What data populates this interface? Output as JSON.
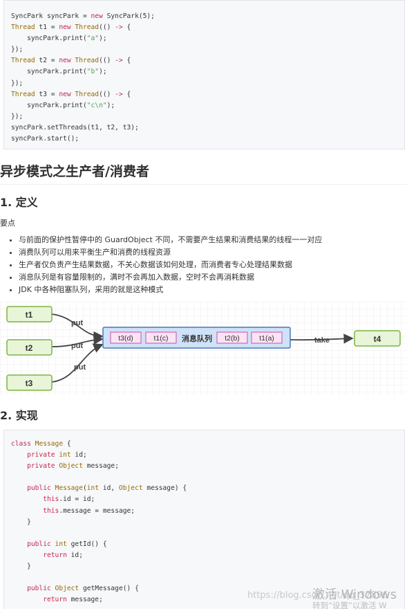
{
  "code_block_1": [
    "SyncPark syncPark = new SyncPark(5);",
    "Thread t1 = new Thread(() -> {",
    "    syncPark.print(\"a\");",
    "});",
    "Thread t2 = new Thread(() -> {",
    "    syncPark.print(\"b\");",
    "});",
    "Thread t3 = new Thread(() -> {",
    "    syncPark.print(\"c\\n\");",
    "});",
    "syncPark.setThreads(t1, t2, t3);",
    "syncPark.start();"
  ],
  "section_title": "异步模式之生产者/消费者",
  "definition_heading": "1. 定义",
  "key_points_label": "要点",
  "key_points": [
    "与前面的保护性暂停中的 GuardObject 不同，不需要产生结果和消费结果的线程一一对应",
    "消费队列可以用来平衡生产和消费的线程资源",
    "生产者仅负责产生结果数据，不关心数据该如何处理，而消费者专心处理结果数据",
    "消息队列是有容量限制的，满时不会再加入数据，空时不会再消耗数据",
    "JDK 中各种阻塞队列，采用的就是这种模式"
  ],
  "diagram": {
    "producers": [
      "t1",
      "t2",
      "t3"
    ],
    "producer_edge_label": "put",
    "queue_label": "消息队列",
    "queue_items_left": [
      "t3(d)",
      "t1(c)"
    ],
    "queue_items_right": [
      "t2(b)",
      "t1(a)"
    ],
    "consumer_edge_label": "take",
    "consumer": "t4",
    "colors": {
      "node_fill": "#e8f5d8",
      "node_border": "#7cb342",
      "queue_fill": "#cfe2f8",
      "queue_border": "#4a76b8",
      "item_fill": "#fbe3f4",
      "item_border": "#c94fa8",
      "edge": "#444444"
    }
  },
  "implementation_heading": "2. 实现",
  "code_block_2": [
    "class Message {",
    "    private int id;",
    "    private Object message;",
    "",
    "    public Message(int id, Object message) {",
    "        this.id = id;",
    "        this.message = message;",
    "    }",
    "",
    "    public int getId() {",
    "        return id;",
    "    }",
    "",
    "    public Object getMessage() {",
    "        return message;"
  ],
  "watermark_url": "https://blog.csdn.net/qq_37896",
  "watermark_activate_title": "激活 Windows",
  "watermark_activate_sub": "转到“设置”以激活 W"
}
